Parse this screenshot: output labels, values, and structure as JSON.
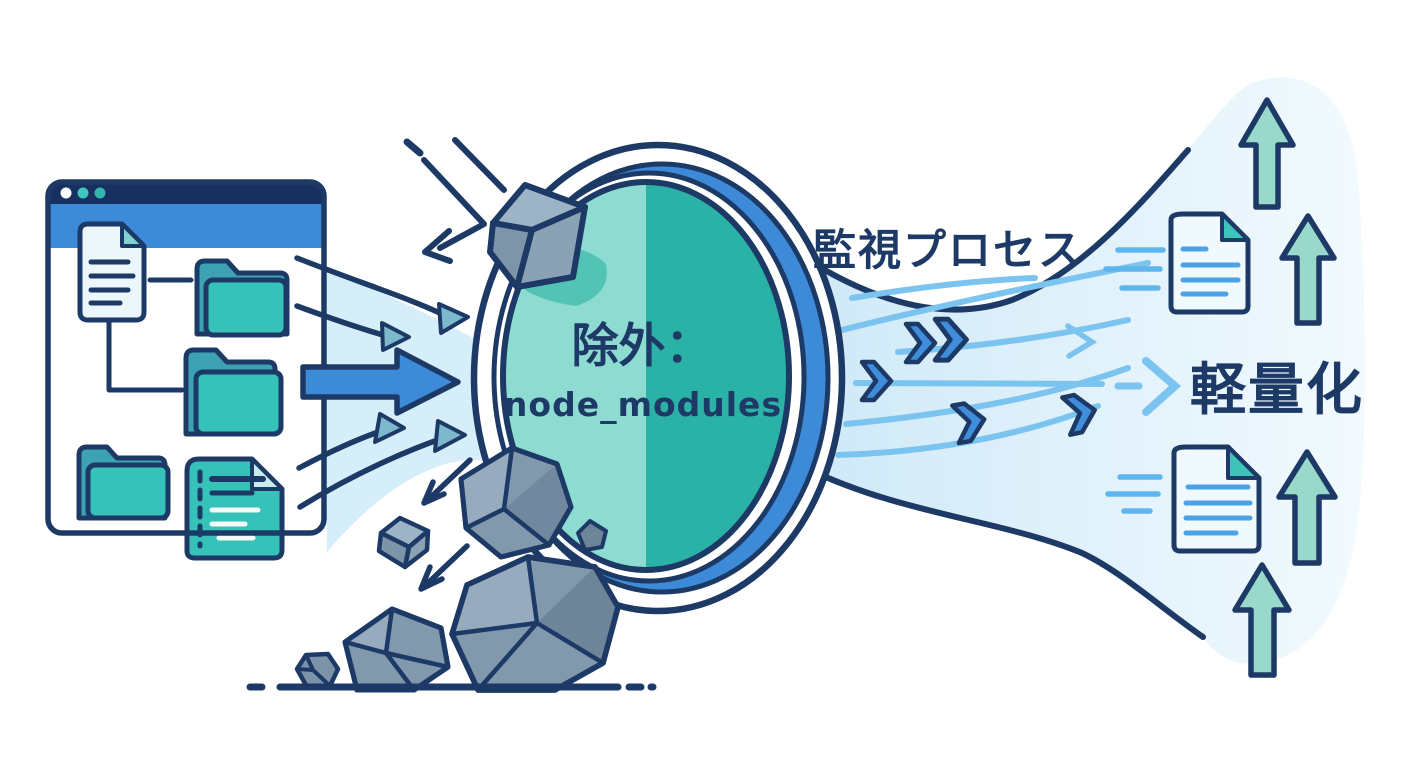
{
  "scene": {
    "filter": {
      "title": "除外：",
      "subtitle": "node_modules"
    },
    "stream": {
      "label": "監視プロセス"
    },
    "output": {
      "label": "軽量化"
    },
    "browser_window": {
      "traffic_dots": 3,
      "icons": [
        "file-icon",
        "folder-icon",
        "folder-icon",
        "folder-icon",
        "code-file-icon"
      ]
    },
    "icons": {
      "left": [
        "file-icon",
        "folder-icon",
        "code-file-icon",
        "thick-right-arrow-icon",
        "curved-arrow-icon"
      ],
      "center": [
        "filter-oval-icon",
        "rock-icon",
        "down-left-arrow-icon"
      ],
      "right": [
        "chevron-arrow-icon",
        "stream-line-icon",
        "file-icon",
        "up-arrow-icon"
      ]
    }
  },
  "colors": {
    "outline_navy": "#1d3a66",
    "titlebar_navy": "#17305f",
    "accent_blue": "#3c8ad8",
    "chevron_blue": "#3f8ddb",
    "stream_fill": "#d4ecf9",
    "stream_fill_light": "#eef7fd",
    "stream_line_blue": "#7cc4f0",
    "teal_dark": "#2bb2a6",
    "teal_light": "#8edbd2",
    "folder_teal": "#36c2b8",
    "folder_back_teal": "#3da3b2",
    "mint_arrow": "#99d9cc",
    "rock_grey_light": "#9db3c6",
    "rock_grey_mid": "#8198ad",
    "rock_grey_dark": "#6e8499",
    "doc_fill": "#f0f9fd"
  }
}
